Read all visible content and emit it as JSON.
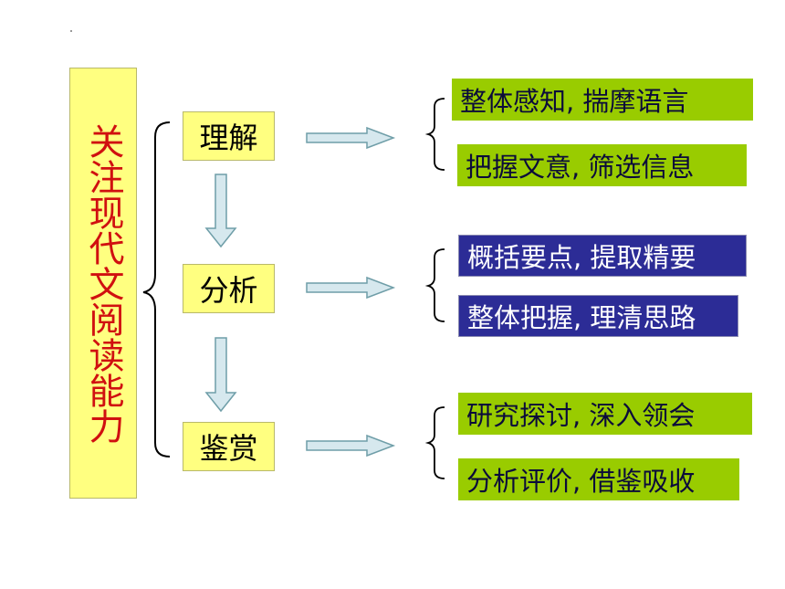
{
  "theme": {
    "title_fill": "#ffff80",
    "title_text_color": "#d01010",
    "stage_fill": "#ffff80",
    "green_fill": "#99cc00",
    "navy_fill": "#2c2c96",
    "arrow_fill": "#d6e8ee",
    "arrow_stroke": "#6f9ea8"
  },
  "title": "关注现代文阅读能力",
  "stages": [
    {
      "label": "理解",
      "results": [
        {
          "text": "整体感知, 揣摩语言",
          "style": "green"
        },
        {
          "text": "把握文意, 筛选信息",
          "style": "green"
        }
      ]
    },
    {
      "label": "分析",
      "results": [
        {
          "text": "概括要点, 提取精要",
          "style": "navy"
        },
        {
          "text": "整体把握, 理清思路",
          "style": "navy"
        }
      ]
    },
    {
      "label": "鉴赏",
      "results": [
        {
          "text": "研究探讨, 深入领会",
          "style": "green"
        },
        {
          "text": "分析评价, 借鉴吸收",
          "style": "green"
        }
      ]
    }
  ]
}
